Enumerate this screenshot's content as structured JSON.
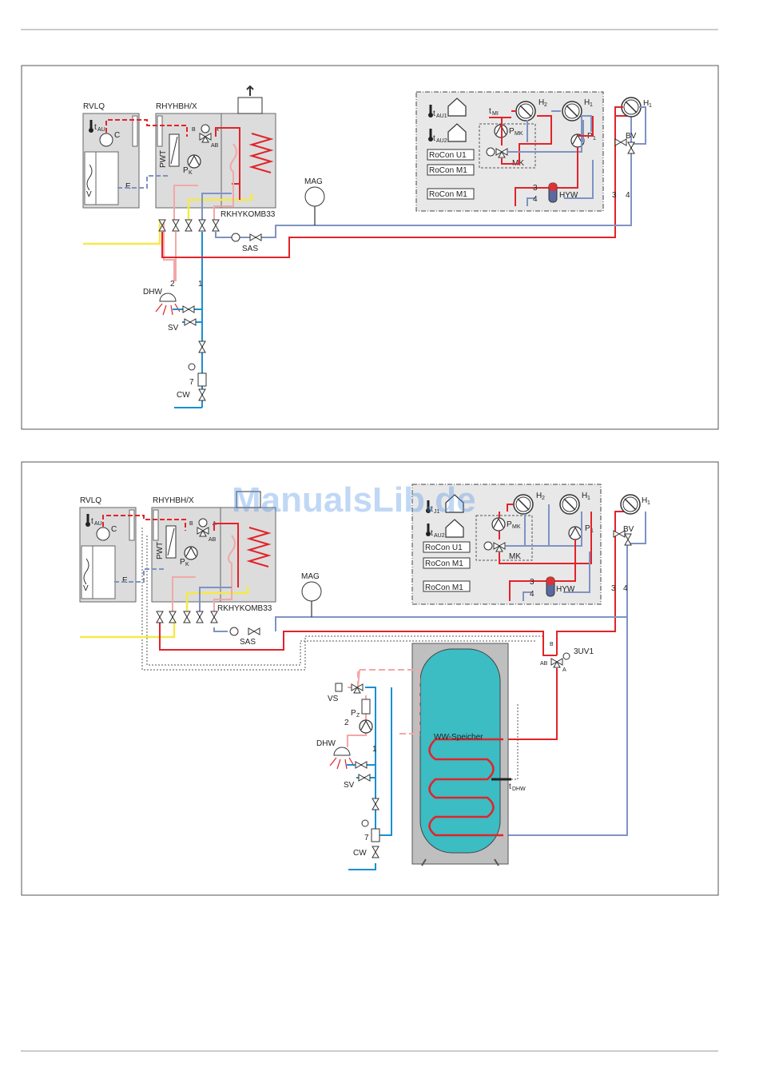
{
  "watermark": "ManualsLib.de",
  "diagram1": {
    "outdoor_unit": "RVLQ",
    "indoor_unit": "RHYHBH/X",
    "combi_kit": "RKHYKOMB33",
    "t_au": "t",
    "t_au_sub": "AU",
    "compressor": "C",
    "fan": "V",
    "electronics": "E",
    "heat_exchanger": "PWT",
    "pump_k": "P",
    "pump_k_sub": "K",
    "valve_a": "A",
    "valve_b": "B",
    "valve_ab": "AB",
    "motor": "M",
    "mag": "MAG",
    "sas": "SAS",
    "dhw": "DHW",
    "sv": "SV",
    "cw": "CW",
    "line_1": "1",
    "line_2": "2",
    "line_3": "3",
    "line_4": "4",
    "line_7": "7",
    "t_au1": "t",
    "t_au1_sub": "AU1",
    "t_au2": "t",
    "t_au2_sub": "AU2",
    "t_mi": "t",
    "t_mi_sub": "MI",
    "rocon_u1": "RoCon U1",
    "rocon_m1_a": "RoCon M1",
    "rocon_m1_b": "RoCon M1",
    "p_mk": "P",
    "p_mk_sub": "MK",
    "mk": "MK",
    "hyw": "HYW",
    "h2": "H",
    "h2_sub": "2",
    "h1": "H",
    "h1_sub": "1",
    "h1b": "H",
    "h1b_sub": "1",
    "p1": "P",
    "p1_sub": "1",
    "bv": "BV"
  },
  "diagram2": {
    "outdoor_unit": "RVLQ",
    "indoor_unit": "RHYHBH/X",
    "combi_kit": "RKHYKOMB33",
    "t_au": "t",
    "t_au_sub": "AU",
    "compressor": "C",
    "fan": "V",
    "electronics": "E",
    "heat_exchanger": "PWT",
    "pump_k": "P",
    "pump_k_sub": "K",
    "valve_a": "A",
    "valve_b": "B",
    "valve_ab": "AB",
    "motor": "M",
    "mag": "MAG",
    "sas": "SAS",
    "dhw": "DHW",
    "sv": "SV",
    "vs": "VS",
    "cw": "CW",
    "pz": "P",
    "pz_sub": "Z",
    "line_1": "1",
    "line_2": "2",
    "line_3": "3",
    "line_4": "4",
    "line_7": "7",
    "t_au1": "t",
    "t_au1_sub": "J1",
    "t_au2": "t",
    "t_au2_sub": "AU2",
    "rocon_u1": "RoCon U1",
    "rocon_m1_a": "RoCon M1",
    "rocon_m1_b": "RoCon M1",
    "p_mk": "P",
    "p_mk_sub": "MK",
    "mk": "MK",
    "hyw": "HYW",
    "h2": "H",
    "h2_sub": "2",
    "h1": "H",
    "h1_sub": "1",
    "h1b": "H",
    "h1b_sub": "1",
    "p1": "P",
    "p1_sub": "1",
    "bv": "BV",
    "uv": "3UV1",
    "uv_a": "A",
    "uv_b": "B",
    "uv_ab": "AB",
    "tank": "WW-Speicher",
    "t_dhw": "t",
    "t_dhw_sub": "DHW"
  },
  "colors": {
    "hot": "#e2232a",
    "hot_light": "#f2a8a8",
    "return": "#7f93c2",
    "cold": "#1b8fd0",
    "yellow": "#f5e94a",
    "unit_fill": "#dcdcdc",
    "tank_fill": "#3cbcc3",
    "control": "#555555"
  }
}
